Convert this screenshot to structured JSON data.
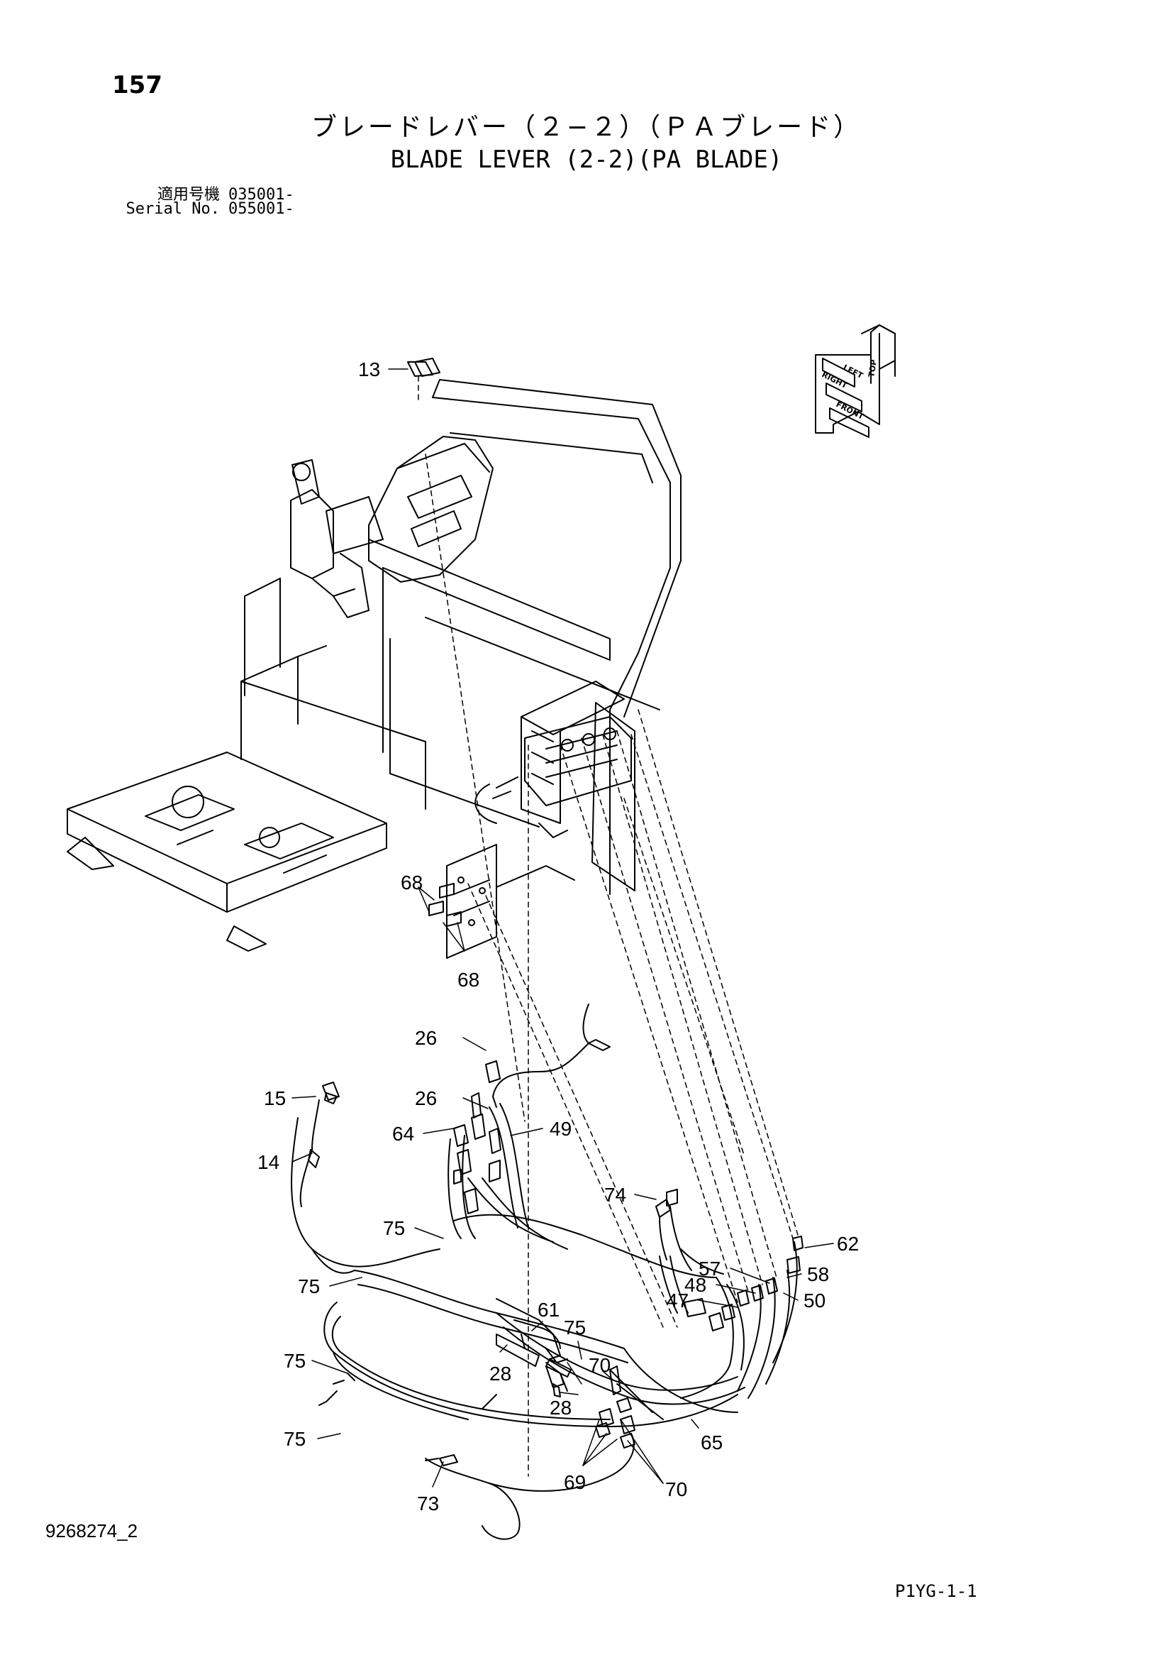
{
  "header": {
    "page_number": "157",
    "title_jp": "ブレードレバー（２−２）（ＰＡブレード）",
    "title_en": "BLADE LEVER (2-2)(PA BLADE)",
    "serial_jp_label": "適用号機",
    "serial_jp_value": "035001-",
    "serial_en_label": "Serial No.",
    "serial_en_value": "055001-"
  },
  "orientation": {
    "top": "TOP",
    "left": "LEFT",
    "right": "RIGHT",
    "front": "FRONT"
  },
  "callouts": {
    "c13": "13",
    "c68a": "68",
    "c68b": "68",
    "c26a": "26",
    "c26b": "26",
    "c15": "15",
    "c64": "64",
    "c49": "49",
    "c14": "14",
    "c74": "74",
    "c75a": "75",
    "c62": "62",
    "c57": "57",
    "c58": "58",
    "c48": "48",
    "c50": "50",
    "c75b": "75",
    "c47": "47",
    "c61": "61",
    "c75c": "75",
    "c75d": "75",
    "c28a": "28",
    "c70a": "70",
    "c28b": "28",
    "c65": "65",
    "c75e": "75",
    "c69": "69",
    "c70b": "70",
    "c73": "73"
  },
  "footer": {
    "doc_code": "9268274_2",
    "sheet_code": "P1YG-1-1"
  }
}
